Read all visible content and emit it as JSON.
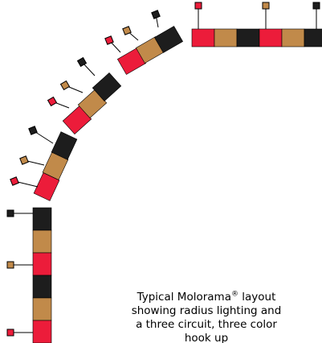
{
  "diagram": {
    "colors": {
      "red": "#ec1c3a",
      "gold": "#c18a4a",
      "black": "#1d1d1d",
      "outline": "#000000",
      "background": "#ffffff"
    },
    "circuit_order": [
      "red",
      "gold",
      "black"
    ]
  },
  "caption": {
    "line1_pre": "Typical Molorama",
    "line1_mark": "®",
    "line1_post": " layout",
    "line2": "showing radius lighting and",
    "line3": "a three circuit, three color",
    "line4": "hook up"
  }
}
